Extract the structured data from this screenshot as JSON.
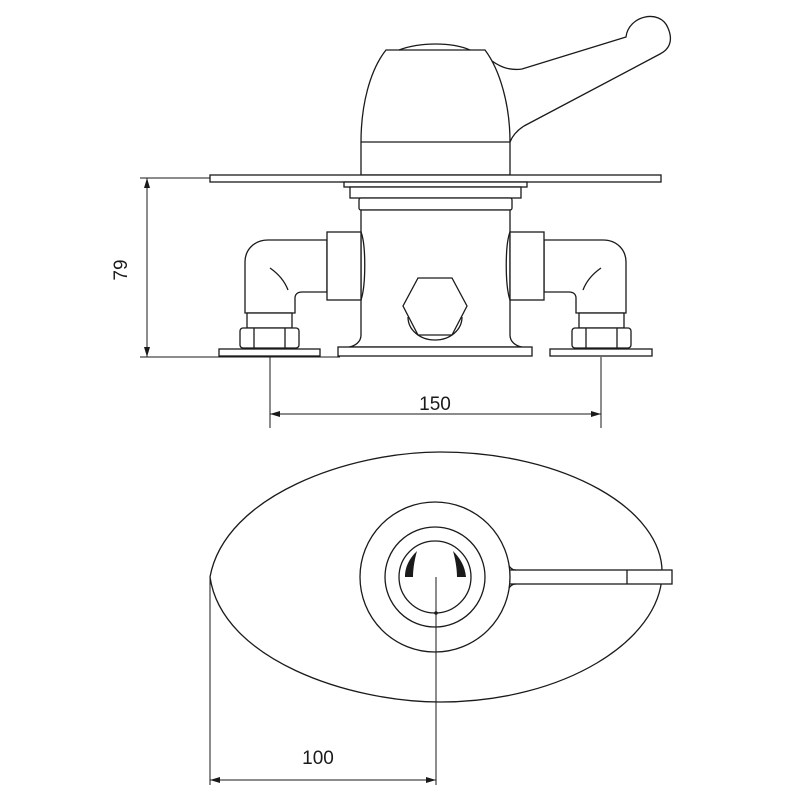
{
  "dimensions": {
    "height_label": "79",
    "width_label": "150",
    "center_offset_label": "100"
  },
  "colors": {
    "line": "#1a1a1a",
    "background": "#ffffff"
  }
}
